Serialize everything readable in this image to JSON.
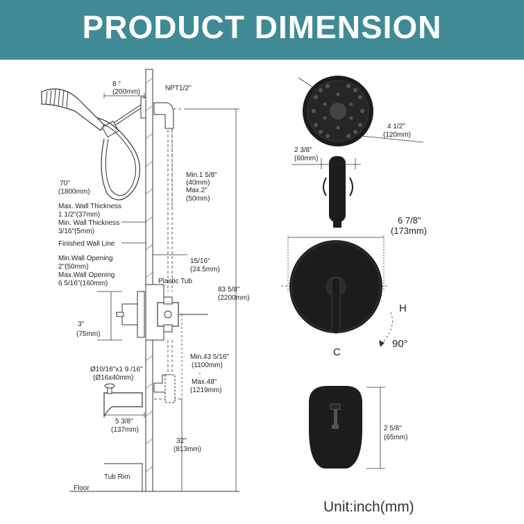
{
  "header": {
    "title": "PRODUCT DIMENSION",
    "background": "#3f8a95",
    "text_color": "#ffffff"
  },
  "labels": {
    "arm_length": "8 \"",
    "arm_length_mm": "(200mm)",
    "npt": "NPT1/2\"",
    "hose": "70\"",
    "hose_mm": "(1800mm)",
    "max_wall_title": "Max. Wall Thickness",
    "max_wall_value": "1 1/2\"(37mm)",
    "min_wall_title": "Min. Wall Thickness",
    "min_wall_value": "3/16\"(5mm)",
    "finished_wall": "Finished Wall Line",
    "min_opening_title": "Min.Wall Opening",
    "min_opening_value": "2\"(50mm)",
    "max_opening_title": "Max.Wall Opening",
    "max_opening_value": "6 5/16\"(160mm)",
    "stub_min": "Min.1 5/8\"",
    "stub_min_mm": "(40mm)",
    "stub_max": "Max.2\"",
    "stub_max_mm": "(50mm)",
    "valve_depth": "15/16\"",
    "valve_depth_mm": "(24.5mm)",
    "plastic_tub": "Plastic Tub",
    "total_height": "83 5/8\"",
    "total_height_mm": "(2200mm)",
    "valve_offset": "3\"",
    "valve_offset_mm": "(75mm)",
    "spout_pipe": "Ø10/16\"x1 9 /16\"",
    "spout_pipe_mm": "(Ø16x40mm)",
    "valve_to_spout_min": "Min.43 5/16\"",
    "valve_to_spout_min_mm": "(1100mm)",
    "dash": "-",
    "valve_to_spout_max": "Max.48\"",
    "valve_to_spout_max_mm": "(1219mm)",
    "spout_length": "5 3/8\"",
    "spout_length_mm": "(137mm)",
    "spout_height": "32\"",
    "spout_height_mm": "(813mm)",
    "tub_rim": "Tub Rim",
    "floor": "Floor",
    "head_diameter": "4 1/2\"",
    "head_diameter_mm": "(120mm)",
    "handle_width": "2 3/8\"",
    "handle_width_mm": "(60mm)",
    "trim_diameter": "6 7/8\"",
    "trim_diameter_mm": "(173mm)",
    "hot": "H",
    "cold": "C",
    "rotation": "90°",
    "spout_depth": "2 5/8\"",
    "spout_depth_mm": "(65mm)",
    "unit": "Unit:inch(mm)"
  },
  "colors": {
    "product": "#1c1c1c",
    "line": "#333333",
    "dashed": "#555555"
  }
}
